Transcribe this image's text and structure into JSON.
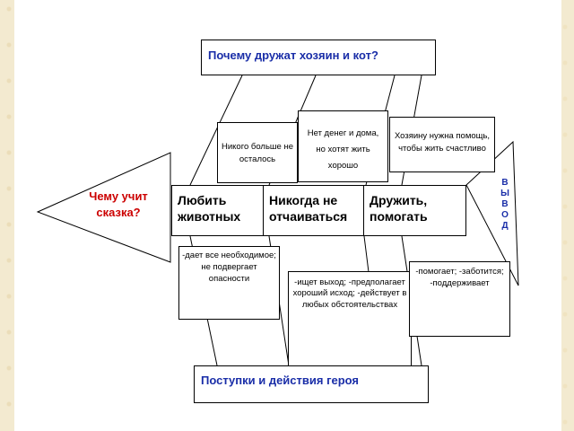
{
  "title": "Почему дружат хозяин и кот?",
  "question": "Чему  учит сказка?",
  "conclusion_letters": [
    "В",
    "Ы",
    "В",
    "О",
    "Д"
  ],
  "top_ribs": {
    "none_left": "Никого больше не осталось",
    "no_money": "Нет денег  и дома, но хотят жить хорошо",
    "help_needed": "Хозяину нужна помощь, чтобы жить счастливо"
  },
  "categories": [
    "Любить животных",
    "Никогда не отчаиваться",
    "Дружить, помогать"
  ],
  "bottom_ribs": {
    "gives": "-дает все необходимое; не подвергает опасности",
    "seeks": "-ищет выход; -предполагает хороший исход; -действует в любых обстоятельствах",
    "cares": "-помогает; -заботится; -поддерживает"
  },
  "footer": "Поступки и действия героя",
  "colors": {
    "accent_blue": "#1a2ea8",
    "question_red": "#cc0000",
    "background": "#f3ead0"
  }
}
